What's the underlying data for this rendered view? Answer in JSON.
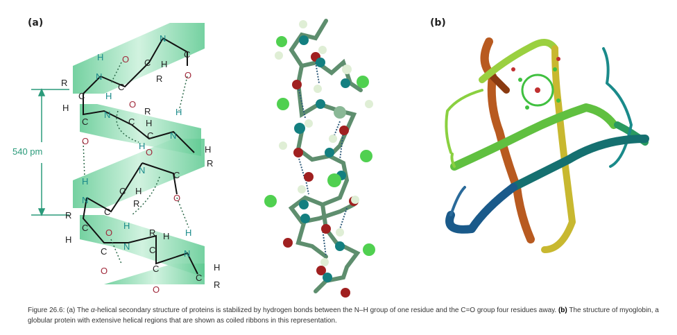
{
  "panels": {
    "a": {
      "label": "(a)",
      "dimension_label": "540 pm",
      "atom_labels": {
        "N": "N",
        "H": "H",
        "C": "C",
        "O": "O",
        "R": "R"
      }
    },
    "b": {
      "label": "(b)"
    }
  },
  "caption": {
    "prefix": "Figure 26.6: (a) The ",
    "alpha": "α",
    "part1": "-helical secondary structure of proteins is stabilized by hydrogen bonds between the N–H group of one residue and the C=O group four residues away. ",
    "b_label": "(b)",
    "part2": " The structure of myoglobin, a globular protein with extensive helical regions that are shown as coiled ribbons in this representation."
  },
  "colors": {
    "ribbon": "#8ed9b0",
    "nitrogen": "#1a8a8a",
    "oxygen": "#a0283a",
    "carbon_label": "#222222",
    "dimension": "#2a9a7a"
  }
}
